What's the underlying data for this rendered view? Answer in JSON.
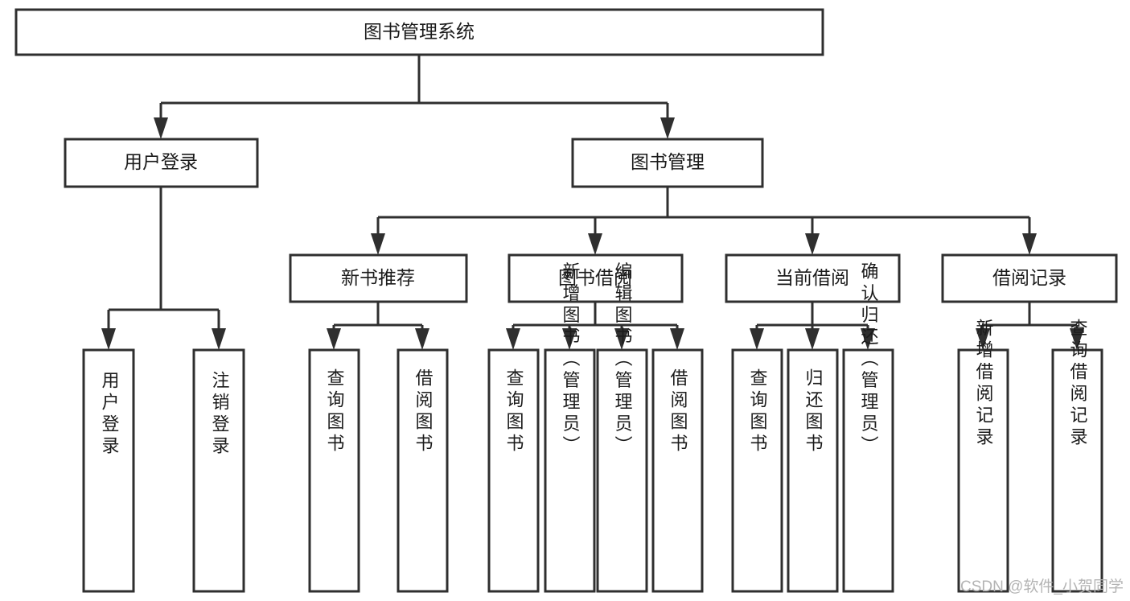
{
  "diagram": {
    "title": "图书管理系统",
    "type": "tree-hierarchy-flowchart",
    "root": {
      "id": "root",
      "label": "图书管理系统"
    },
    "level1": [
      {
        "id": "user-login",
        "label": "用户登录"
      },
      {
        "id": "book-manage",
        "label": "图书管理"
      }
    ],
    "level2": [
      {
        "id": "new-book-recommend",
        "label": "新书推荐",
        "parent": "book-manage"
      },
      {
        "id": "book-borrow",
        "label": "图书借阅",
        "parent": "book-manage"
      },
      {
        "id": "current-borrow",
        "label": "当前借阅",
        "parent": "book-manage"
      },
      {
        "id": "borrow-record",
        "label": "借阅记录",
        "parent": "book-manage"
      }
    ],
    "leaves": {
      "user-login": [
        {
          "id": "leaf-user-login",
          "label": "用户登录"
        },
        {
          "id": "leaf-logout",
          "label": "注销登录"
        }
      ],
      "new-book-recommend": [
        {
          "id": "leaf-query-book-1",
          "label": "查询图书"
        },
        {
          "id": "leaf-borrow-book-1",
          "label": "借阅图书"
        }
      ],
      "book-borrow": [
        {
          "id": "leaf-query-book-2",
          "label": "查询图书"
        },
        {
          "id": "leaf-add-book",
          "label": "新增图书（管理员）"
        },
        {
          "id": "leaf-edit-book",
          "label": "编辑图书（管理员）"
        },
        {
          "id": "leaf-borrow-book-2",
          "label": "借阅图书"
        }
      ],
      "current-borrow": [
        {
          "id": "leaf-query-book-3",
          "label": "查询图书"
        },
        {
          "id": "leaf-return-book",
          "label": "归还图书"
        },
        {
          "id": "leaf-confirm-return",
          "label": "确认归还（管理员）"
        }
      ],
      "borrow-record": [
        {
          "id": "leaf-add-record",
          "label": "新增借阅记录"
        },
        {
          "id": "leaf-query-record",
          "label": "查询借阅记录"
        }
      ]
    },
    "colors": {
      "stroke": "#2f2f2f",
      "fill": "#ffffff",
      "text": "#1b1b1b",
      "watermark": "#b4b4b4"
    }
  },
  "watermark": {
    "text": "CSDN @软件_小贺同学"
  }
}
